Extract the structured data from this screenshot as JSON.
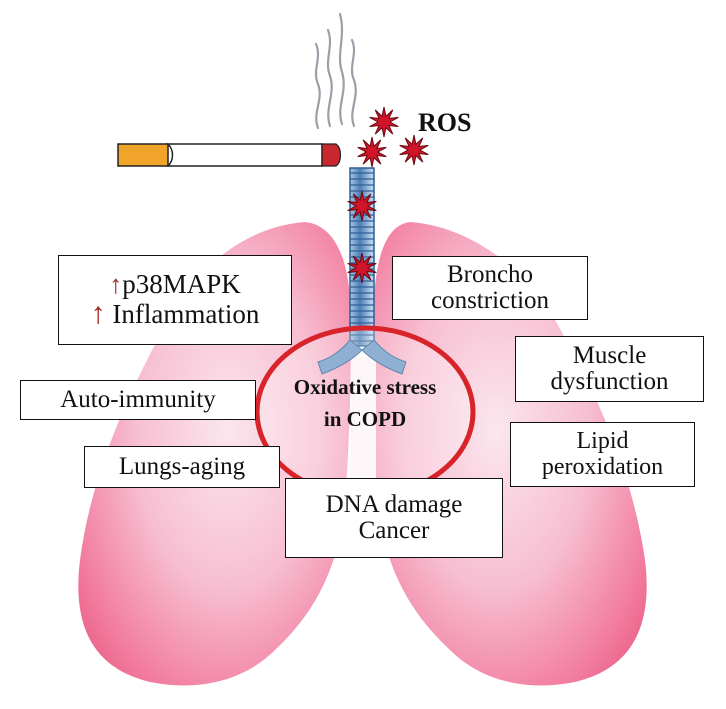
{
  "ros_label": "ROS",
  "center": {
    "line1": "Oxidative stress",
    "line2": "in COPD"
  },
  "boxes": {
    "p38": {
      "line1": "p38MAPK",
      "line2": "Inflammation"
    },
    "broncho": {
      "line1": "Broncho",
      "line2": "constriction"
    },
    "muscle": {
      "line1": "Muscle",
      "line2": "dysfunction"
    },
    "autoimmunity": "Auto-immunity",
    "lipid": {
      "line1": "Lipid",
      "line2": "peroxidation"
    },
    "lungs_aging": "Lungs-aging",
    "dna": {
      "line1": "DNA damage",
      "line2": "Cancer"
    }
  },
  "icons": [
    "cigarette-icon",
    "smoke-icon",
    "ros-burst-icon",
    "lungs-icon",
    "trachea-icon",
    "up-arrow-icon"
  ],
  "colors": {
    "lung": "#f48aa8",
    "ellipse": "#d8232a",
    "arrow": "#a3231d",
    "ros": "#d0142a",
    "filter": "#f0a52a",
    "cigarette_tip": "#c8272d"
  }
}
